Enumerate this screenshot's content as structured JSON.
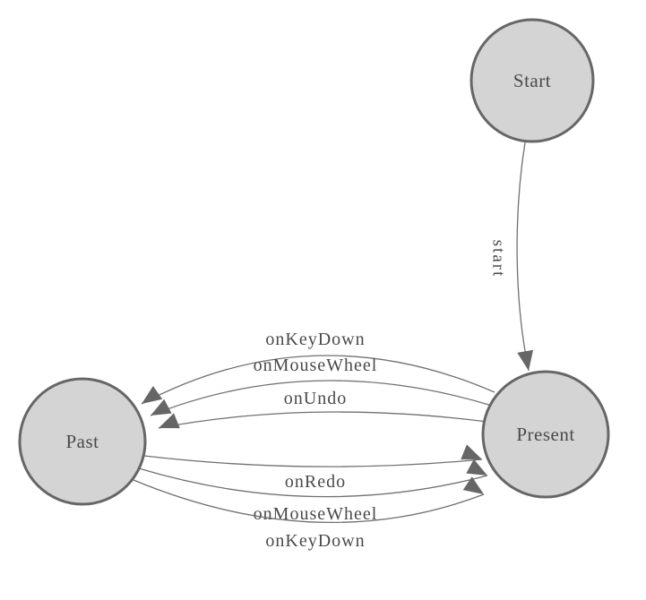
{
  "diagram": {
    "type": "state-machine",
    "colors": {
      "background": "#ffffff",
      "node_fill": "#d4d4d4",
      "node_border": "#666666",
      "edge": "#707070",
      "arrow": "#666666",
      "text": "#4a4a4a"
    },
    "nodes": [
      {
        "id": "start",
        "label": "Start"
      },
      {
        "id": "present",
        "label": "Present"
      },
      {
        "id": "past",
        "label": "Past"
      }
    ],
    "edges": [
      {
        "from": "start",
        "to": "present",
        "label": "start"
      },
      {
        "from": "present",
        "to": "past",
        "label": "onKeyDown"
      },
      {
        "from": "present",
        "to": "past",
        "label": "onMouseWheel"
      },
      {
        "from": "present",
        "to": "past",
        "label": "onUndo"
      },
      {
        "from": "past",
        "to": "present",
        "label": "onRedo"
      },
      {
        "from": "past",
        "to": "present",
        "label": "onMouseWheel"
      },
      {
        "from": "past",
        "to": "present",
        "label": "onKeyDown"
      }
    ]
  }
}
